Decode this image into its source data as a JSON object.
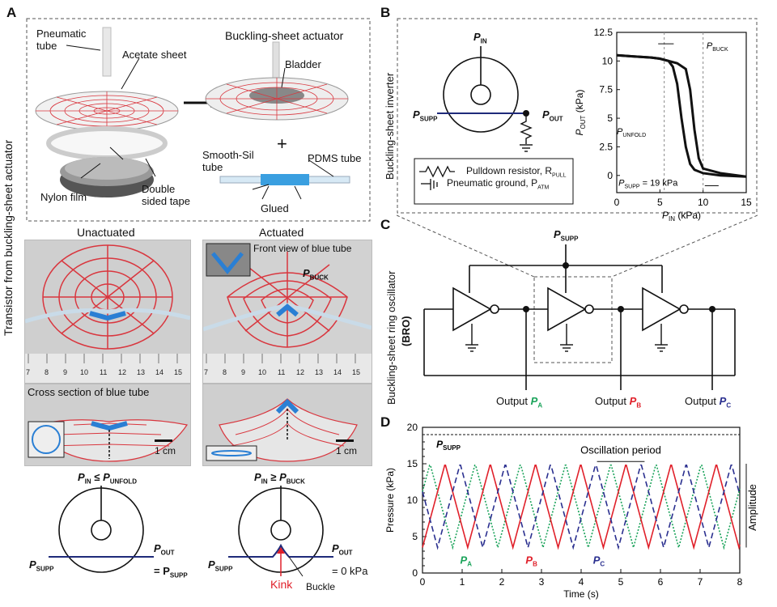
{
  "panels": {
    "A": {
      "letter": "A",
      "side_label": "Transistor from buckling-sheet actuator",
      "pneumatic_tube": "Pneumatic tube",
      "acetate_sheet": "Acetate sheet",
      "nylon_film": "Nylon film",
      "double_sided_tape": "Double sided tape",
      "actuator_title": "Buckling-sheet actuator",
      "bladder": "Bladder",
      "plus": "+",
      "smooth_sil": "Smooth-Sil tube",
      "pdms": "PDMS tube",
      "glued": "Glued",
      "unactuated": "Unactuated",
      "actuated": "Actuated",
      "front_view": "Front view of blue tube",
      "p_buck": "P",
      "p_buck_sub": "BUCK",
      "cross_section": "Cross section of blue tube",
      "scale": "1 cm",
      "ruler_numbers": [
        "7",
        "8",
        "9",
        "10",
        "11",
        "12",
        "13",
        "14",
        "15"
      ],
      "left_condition": {
        "p": "P",
        "in": "IN",
        "op": "≤",
        "p2": "P",
        "sub2": "UNFOLD"
      },
      "right_condition": {
        "p": "P",
        "in": "IN",
        "op": "≥",
        "p2": "P",
        "sub2": "BUCK"
      },
      "supp": "SUPP",
      "out": "OUT",
      "eq_left": "= P",
      "eq_right": "= 0 kPa",
      "kink": "Kink",
      "buckle": "Buckle"
    },
    "B": {
      "letter": "B",
      "side_label": "Buckling-sheet inverter",
      "p_in": "IN",
      "p_supp": "SUPP",
      "p_out": "OUT",
      "legend_resistor": "Pulldown resistor, R",
      "legend_resistor_sub": "PULL",
      "legend_ground": "Pneumatic ground, P",
      "legend_ground_sub": "ATM",
      "annot_unfold": "UNFOLD",
      "annot_buck": "BUCK",
      "annot_supp": "= 19 kPa"
    },
    "C": {
      "letter": "C",
      "side_label": "Buckling-sheet ring oscillator",
      "side_label2": "(BRO)",
      "supp": "SUPP",
      "output_word": "Output",
      "outputs": [
        "A",
        "B",
        "C"
      ]
    },
    "D": {
      "letter": "D",
      "supp": "SUPP",
      "oscillation_period": "Oscillation period",
      "amplitude": "Amplitude",
      "labels": [
        "A",
        "B",
        "C"
      ]
    }
  },
  "colors": {
    "pa": "#1aa35a",
    "pb": "#e0202a",
    "pc": "#2a2f8f",
    "navy": "#1f2a7a",
    "red_grid": "#d9363e",
    "blue_tube": "#2a7fd4"
  },
  "chart_data": [
    {
      "type": "line",
      "panel": "B",
      "xlabel": "P IN (kPa)",
      "ylabel": "P OUT (kPa)",
      "xlim": [
        0,
        15
      ],
      "ylim": [
        -1.5,
        12.5
      ],
      "xticks": [
        0,
        5,
        10,
        15
      ],
      "yticks": [
        0,
        2.5,
        5,
        7.5,
        10,
        12.5
      ],
      "series": [
        {
          "x": [
            0,
            2,
            4,
            5,
            6,
            6.5,
            7,
            7.5,
            8,
            8.5,
            9,
            10,
            12,
            15
          ],
          "y": [
            10.5,
            10.4,
            10.3,
            10.2,
            10,
            9.5,
            8,
            5,
            2.5,
            1,
            0.5,
            0.2,
            0,
            -0.1
          ]
        },
        {
          "x": [
            0,
            2,
            4,
            5,
            5.5,
            6,
            7,
            8,
            8.5,
            9,
            9.5,
            10,
            12,
            15
          ],
          "y": [
            10.5,
            10.4,
            10.3,
            10.2,
            10.1,
            10,
            9.8,
            9.3,
            7.5,
            4,
            1.5,
            0.6,
            0.2,
            -0.1
          ]
        }
      ],
      "vlines": [
        5.5,
        10
      ],
      "annotation": "P SUPP = 19 kPa"
    },
    {
      "type": "line",
      "panel": "D",
      "xlabel": "Time (s)",
      "ylabel": "Pressure (kPa)",
      "xlim": [
        0,
        8
      ],
      "ylim": [
        0,
        20
      ],
      "xticks": [
        0,
        1,
        2,
        3,
        4,
        5,
        6,
        7,
        8
      ],
      "yticks": [
        0,
        5,
        10,
        15,
        20
      ],
      "supp_level": 19,
      "period_s": 1.14,
      "min": 3.5,
      "max": 15,
      "series": [
        {
          "name": "P A",
          "style": "dotted",
          "phase": 0.76
        },
        {
          "name": "P B",
          "style": "solid",
          "phase": 0.0
        },
        {
          "name": "P C",
          "style": "dashed",
          "phase": 0.38
        }
      ]
    }
  ]
}
